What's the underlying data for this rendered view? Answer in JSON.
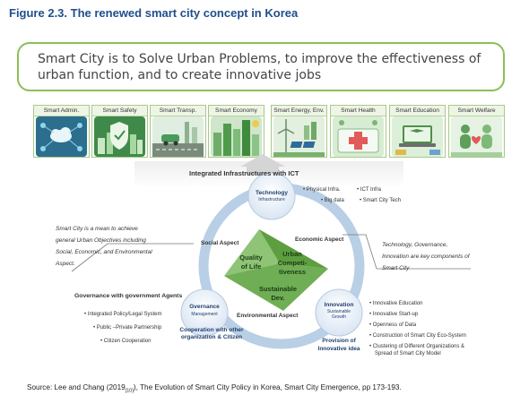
{
  "figure_title": "Figure 2.3. The renewed smart city concept in Korea",
  "headline": "Smart City is to Solve Urban Problems, to improve the effectiveness of urban function, and to create innovative jobs",
  "categories": [
    "Smart Admin.",
    "Smart Safety",
    "Smart Transp.",
    "Smart Economy",
    "Smart Energy, Env.",
    "Smart Health",
    "Smart Education",
    "Smart Welfare"
  ],
  "integrated_label": "Integrated Infrastructures with ICT",
  "nodes": {
    "technology": {
      "title": "Technology",
      "sub": "Infrastructure"
    },
    "governance": {
      "title": "Gvernance",
      "sub": "Management"
    },
    "innovation": {
      "title": "Innovation",
      "sub1": "Sustainable",
      "sub2": "Growth"
    }
  },
  "center": {
    "quality": [
      "Quality",
      "of Life"
    ],
    "urban": [
      "Urban",
      "Competi-",
      "tiveness"
    ],
    "sustainable": [
      "Sustainable",
      "Dev."
    ]
  },
  "aspects": {
    "social": "Social Aspect",
    "economic": "Economic Aspect",
    "environmental": "Environmental Aspect"
  },
  "tech_bullets": [
    "Physical Infra.",
    "ICT Infra",
    "Big data",
    "Smart City Tech"
  ],
  "left_note": [
    "Smart City is a mean to achieve",
    "general Urban Objectives including",
    "Social, Economic, and Environmental",
    "Aspect."
  ],
  "right_note": [
    "Technology, Governance,",
    "Innovation are key components of",
    "Smart City"
  ],
  "governance_heading": "Governance with government Agents",
  "governance_bullets": [
    "Integrated Policy/Legal System",
    "Public –Private Partnership",
    "Citizen Cooperation"
  ],
  "cooperation_label": [
    "Cooperation with other",
    "organization & Citizen"
  ],
  "provision_label": [
    "Provision of",
    "Innovative idea"
  ],
  "innovation_bullets": [
    "Innovative Education",
    "Innovative Start-up",
    "Openness of Data",
    "Construction of Smart City Eco-System",
    "Clustering of Different Organizations &",
    "Spread of Smart City Model"
  ],
  "source": {
    "prefix": "Source: Lee and Chang (2019",
    "ref": "[10]",
    "suffix": "), The Evolution of Smart City Policy in Korea, Smart City Emergence, pp 173-193."
  },
  "colors": {
    "title_blue": "#1f4e8c",
    "green_border": "#8cbf54",
    "ring_blue": "#b8cfe6",
    "node_fill": "#e6eef8",
    "triangle_green": "#5d9e3f"
  }
}
